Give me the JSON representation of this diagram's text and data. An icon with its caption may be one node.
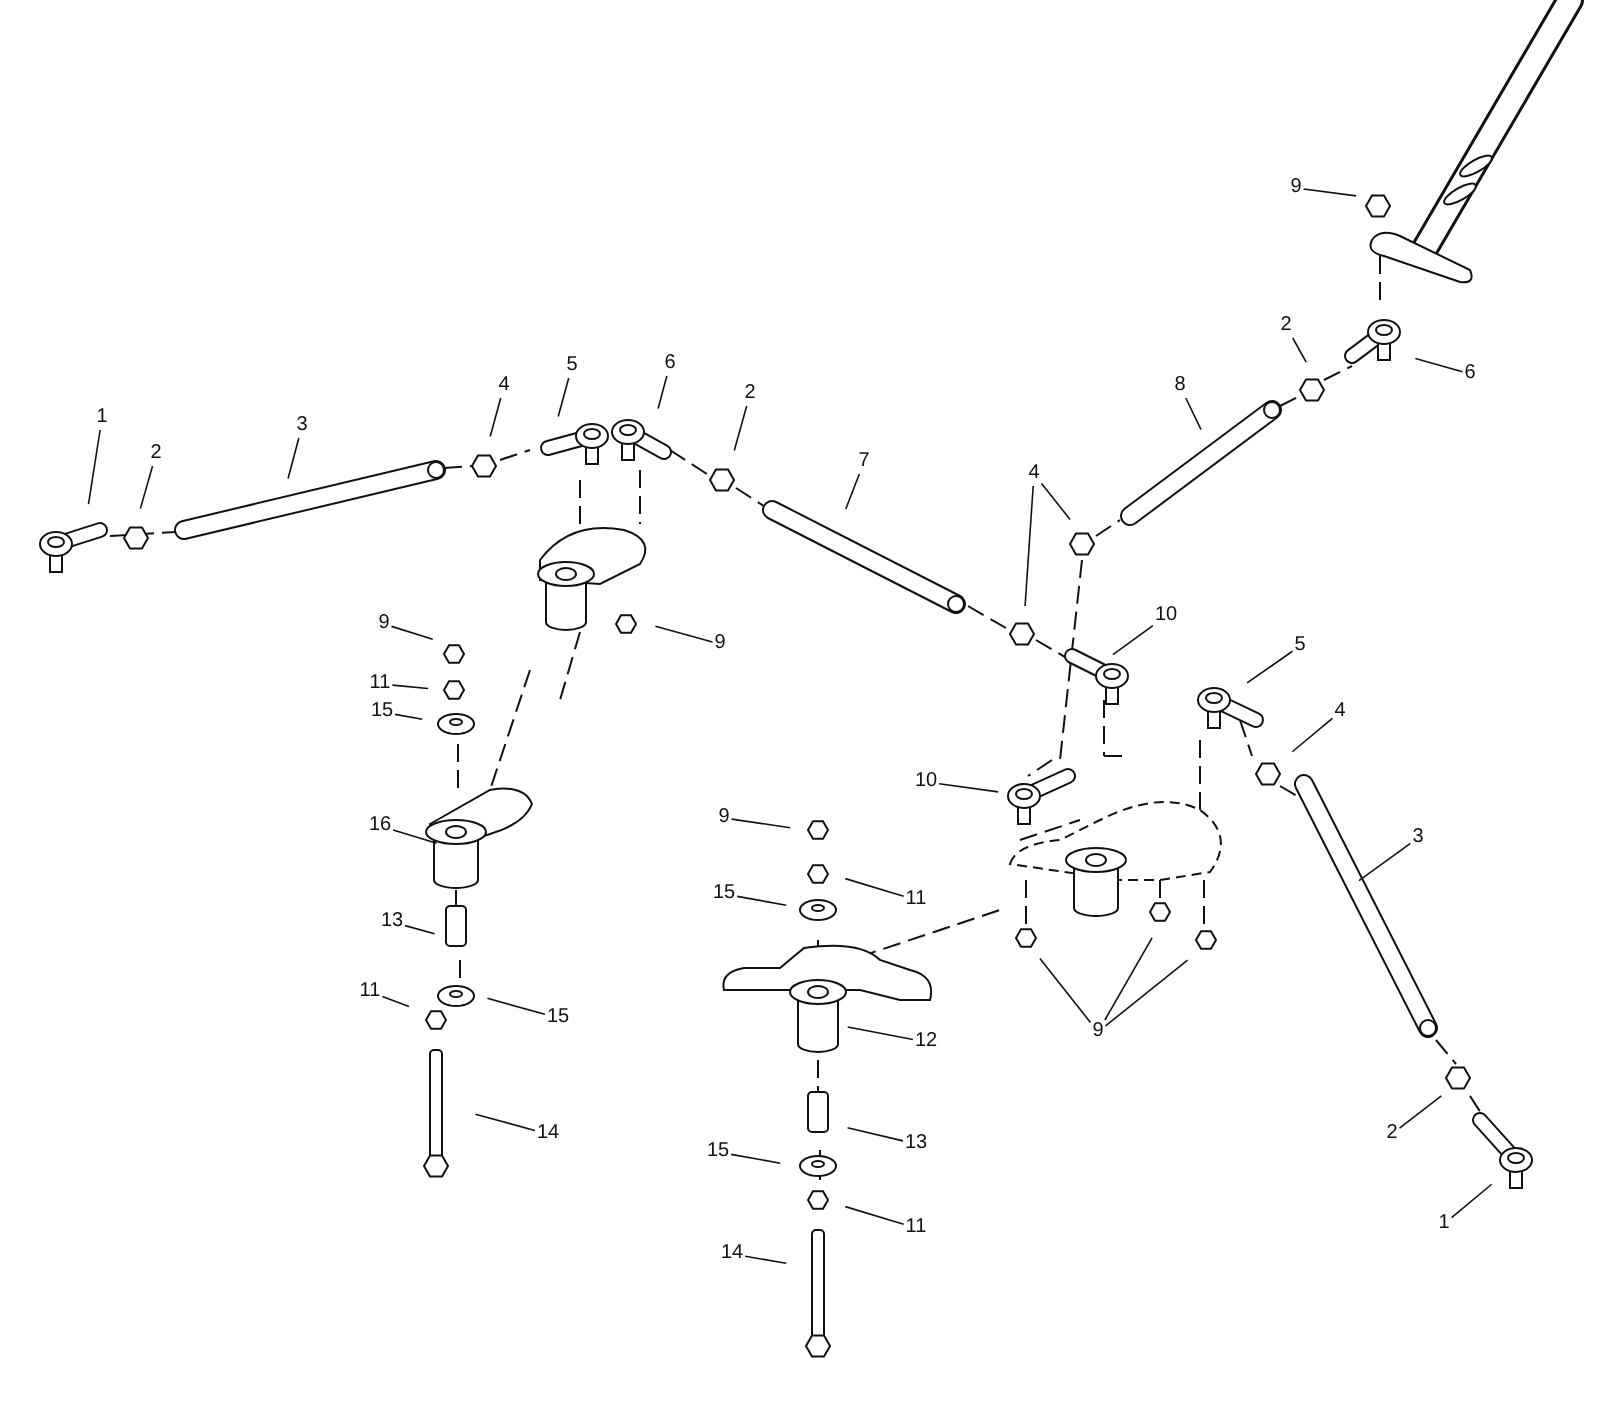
{
  "diagram": {
    "nodes": [
      {
        "text": [
          "1"
        ]
      },
      {
        "text": [
          "2"
        ]
      },
      {
        "text": [
          "3"
        ]
      },
      {
        "text": [
          "4"
        ]
      },
      {
        "text": [
          "5"
        ]
      },
      {
        "text": [
          "6"
        ]
      },
      {
        "text": [
          "2"
        ]
      },
      {
        "text": [
          "7"
        ]
      },
      {
        "text": [
          "9"
        ]
      },
      {
        "text": [
          "8"
        ]
      },
      {
        "text": [
          "4"
        ]
      },
      {
        "text": [
          "9"
        ]
      },
      {
        "text": [
          "2"
        ]
      },
      {
        "text": [
          "6"
        ]
      },
      {
        "text": [
          "10"
        ]
      },
      {
        "text": [
          "5"
        ]
      },
      {
        "text": [
          "4"
        ]
      },
      {
        "text": [
          "10"
        ]
      },
      {
        "text": [
          "9"
        ]
      },
      {
        "text": [
          "11"
        ]
      },
      {
        "text": [
          "15"
        ]
      },
      {
        "text": [
          "16"
        ]
      },
      {
        "text": [
          "13"
        ]
      },
      {
        "text": [
          "11"
        ]
      },
      {
        "text": [
          "15"
        ]
      },
      {
        "text": [
          "14"
        ]
      },
      {
        "text": [
          "9"
        ]
      },
      {
        "text": [
          "11"
        ]
      },
      {
        "text": [
          "15"
        ]
      },
      {
        "text": [
          "3"
        ]
      },
      {
        "text": [
          "12"
        ]
      },
      {
        "text": [
          "13"
        ]
      },
      {
        "text": [
          "9"
        ]
      },
      {
        "text": [
          "15"
        ]
      },
      {
        "text": [
          "11"
        ]
      },
      {
        "text": [
          "14"
        ]
      },
      {
        "text": [
          "2"
        ]
      },
      {
        "text": [
          "1"
        ]
      }
    ],
    "edges": [
      {
        "from": 0,
        "to": null,
        "arrow": "none"
      },
      {
        "from": 1,
        "to": null,
        "arrow": "none"
      },
      {
        "from": 2,
        "to": null,
        "arrow": "none"
      },
      {
        "from": 3,
        "to": null,
        "arrow": "none"
      },
      {
        "from": 4,
        "to": null,
        "arrow": "none"
      },
      {
        "from": 5,
        "to": null,
        "arrow": "none"
      },
      {
        "from": 6,
        "to": null,
        "arrow": "none"
      },
      {
        "from": 7,
        "to": null,
        "arrow": "none"
      },
      {
        "from": 8,
        "to": null,
        "arrow": "none"
      },
      {
        "from": 9,
        "to": null,
        "arrow": "none"
      },
      {
        "from": 10,
        "to": null,
        "arrow": "none"
      },
      {
        "from": 10,
        "to": null,
        "arrow": "none"
      },
      {
        "from": 11,
        "to": null,
        "arrow": "none"
      },
      {
        "from": 12,
        "to": null,
        "arrow": "none"
      },
      {
        "from": 13,
        "to": null,
        "arrow": "none"
      },
      {
        "from": 14,
        "to": null,
        "arrow": "none"
      },
      {
        "from": 15,
        "to": null,
        "arrow": "none"
      },
      {
        "from": 16,
        "to": null,
        "arrow": "none"
      },
      {
        "from": 17,
        "to": null,
        "arrow": "none"
      },
      {
        "from": 18,
        "to": null,
        "arrow": "none"
      },
      {
        "from": 19,
        "to": null,
        "arrow": "none"
      },
      {
        "from": 20,
        "to": null,
        "arrow": "none"
      },
      {
        "from": 21,
        "to": null,
        "arrow": "none"
      },
      {
        "from": 22,
        "to": null,
        "arrow": "none"
      },
      {
        "from": 23,
        "to": null,
        "arrow": "none"
      },
      {
        "from": 24,
        "to": null,
        "arrow": "none"
      },
      {
        "from": 25,
        "to": null,
        "arrow": "none"
      },
      {
        "from": 26,
        "to": null,
        "arrow": "none"
      },
      {
        "from": 27,
        "to": null,
        "arrow": "none"
      },
      {
        "from": 28,
        "to": null,
        "arrow": "none"
      },
      {
        "from": 29,
        "to": null,
        "arrow": "none"
      },
      {
        "from": 30,
        "to": null,
        "arrow": "none"
      },
      {
        "from": 31,
        "to": null,
        "arrow": "none"
      },
      {
        "from": 32,
        "to": null,
        "arrow": "none"
      },
      {
        "from": 32,
        "to": null,
        "arrow": "none"
      },
      {
        "from": 32,
        "to": null,
        "arrow": "none"
      },
      {
        "from": 33,
        "to": null,
        "arrow": "none"
      },
      {
        "from": 34,
        "to": null,
        "arrow": "none"
      },
      {
        "from": 35,
        "to": null,
        "arrow": "none"
      },
      {
        "from": 36,
        "to": null,
        "arrow": "none"
      },
      {
        "from": 37,
        "to": null,
        "arrow": "none"
      }
    ]
  }
}
